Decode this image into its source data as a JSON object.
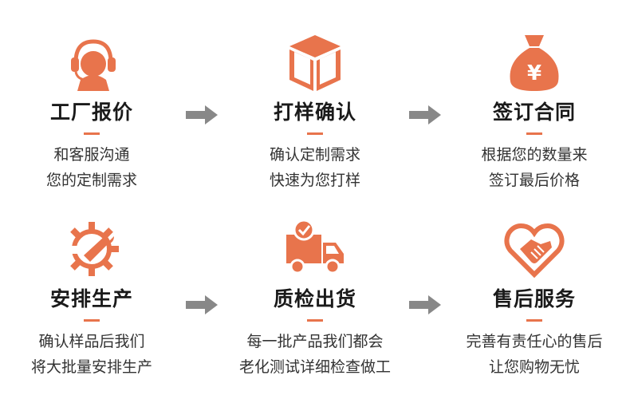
{
  "accent_color": "#e8744c",
  "arrow_color": "#888888",
  "steps": [
    {
      "icon": "headset-icon",
      "title": "工厂报价",
      "line1": "和客服沟通",
      "line2": "您的定制需求"
    },
    {
      "icon": "box-icon",
      "title": "打样确认",
      "line1": "确认定制需求",
      "line2": "快速为您打样"
    },
    {
      "icon": "money-bag-icon",
      "title": "签订合同",
      "line1": "根据您的数量来",
      "line2": "签订最后价格"
    },
    {
      "icon": "gear-wrench-icon",
      "title": "安排生产",
      "line1": "确认样品后我们",
      "line2": "将大批量安排生产"
    },
    {
      "icon": "delivery-truck-icon",
      "title": "质检出货",
      "line1": "每一批产品我们都会",
      "line2": "老化测试详细检查做工"
    },
    {
      "icon": "handshake-heart-icon",
      "title": "售后服务",
      "line1": "完善有责任心的售后",
      "line2": "让您购物无忧"
    }
  ]
}
